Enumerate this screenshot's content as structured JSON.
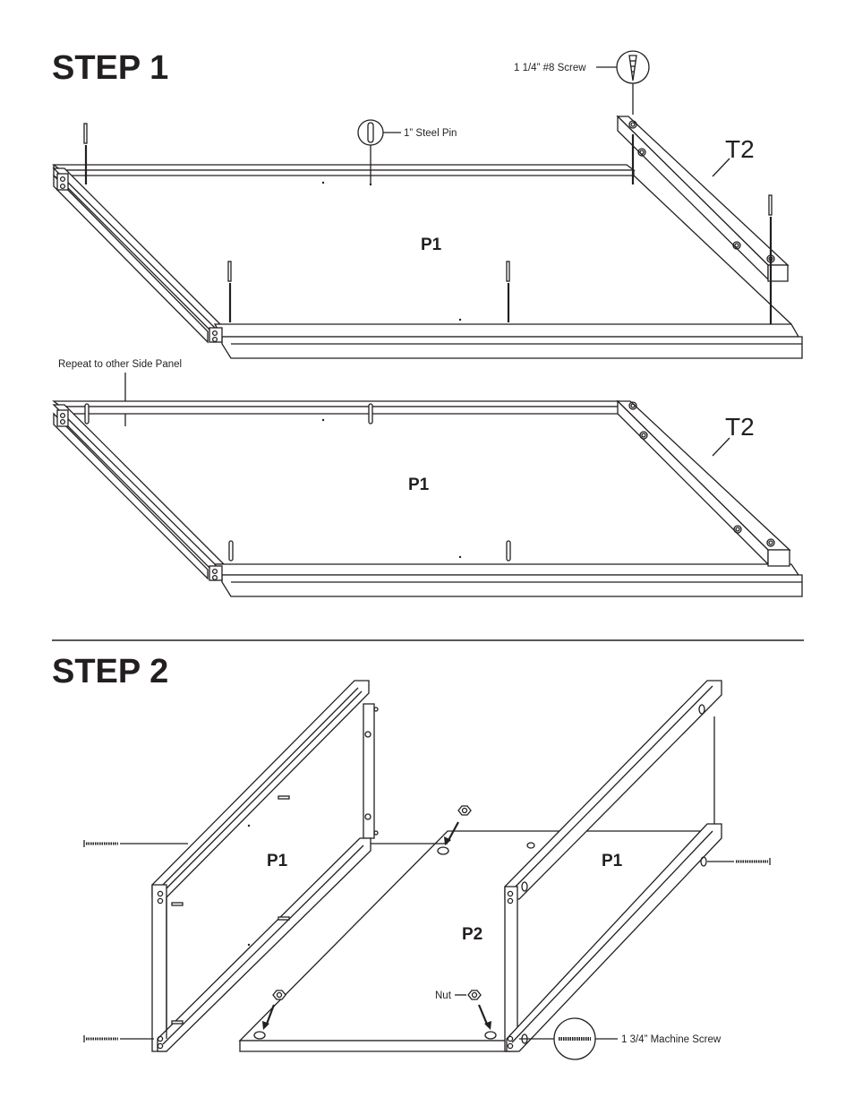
{
  "step1": {
    "title": "STEP 1",
    "part_panel": "P1",
    "part_rail": "T2",
    "callout_screw": "1 1/4” #8 Screw",
    "callout_pin": "1” Steel Pin",
    "callout_repeat": "Repeat to other Side Panel",
    "part_panel_2": "P1",
    "part_rail_2": "T2"
  },
  "step2": {
    "title": "STEP 2",
    "part_left": "P1",
    "part_right": "P1",
    "part_bottom": "P2",
    "callout_nut": "Nut",
    "callout_machine_screw": "1 3/4” Machine Screw"
  },
  "icons": [
    "screw-icon",
    "steel-pin-icon",
    "nut-icon",
    "machine-screw-icon",
    "magnifier-circle-icon"
  ]
}
